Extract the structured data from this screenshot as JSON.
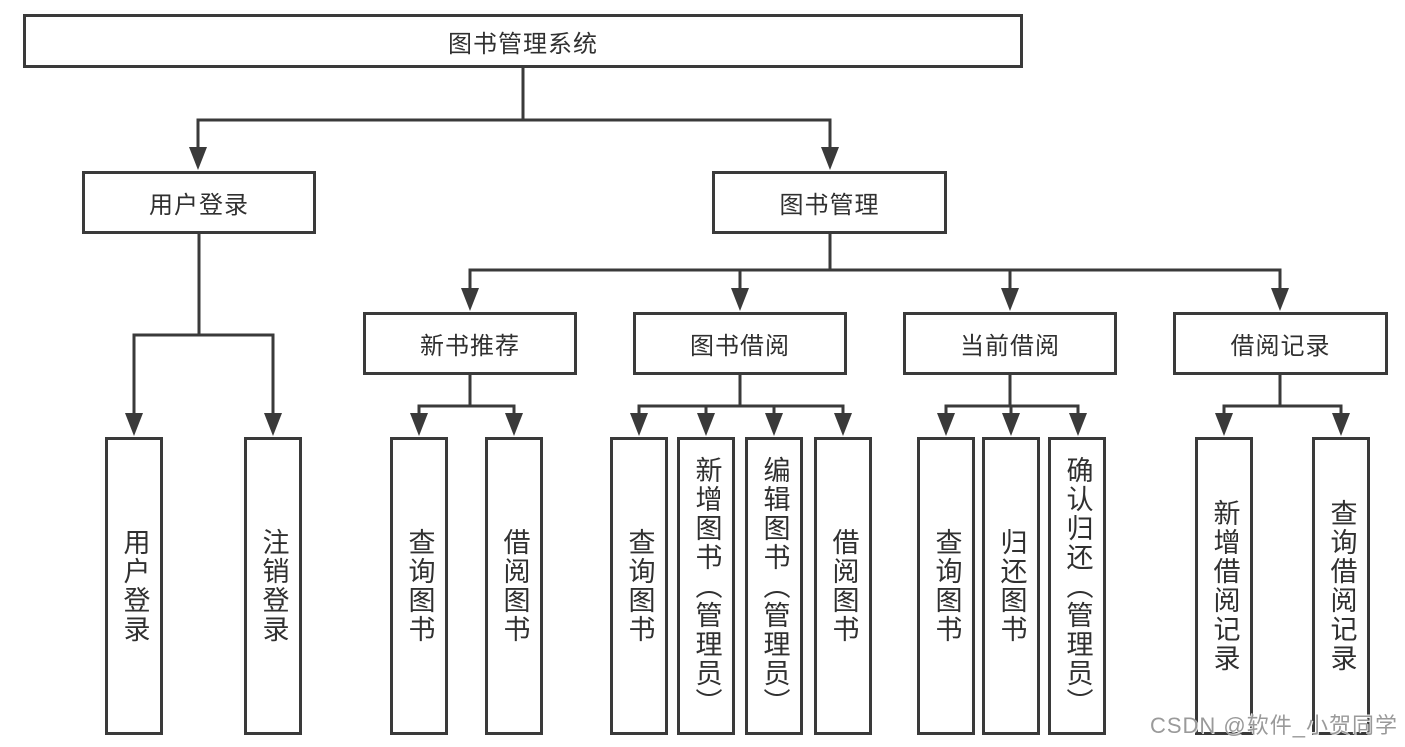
{
  "watermark": "CSDN @软件_小贺同学",
  "colors": {
    "line": "#3a3a3a",
    "text": "#303030",
    "watermark": "#9a9a9a"
  },
  "tree": {
    "root": {
      "label": "图书管理系统",
      "children": [
        {
          "label": "用户登录",
          "children": [
            {
              "label": "用户登录"
            },
            {
              "label": "注销登录"
            }
          ]
        },
        {
          "label": "图书管理",
          "children": [
            {
              "label": "新书推荐",
              "children": [
                {
                  "label": "查询图书"
                },
                {
                  "label": "借阅图书"
                }
              ]
            },
            {
              "label": "图书借阅",
              "children": [
                {
                  "label": "查询图书"
                },
                {
                  "label": "新增图书（管理员）"
                },
                {
                  "label": "编辑图书（管理员）"
                },
                {
                  "label": "借阅图书"
                }
              ]
            },
            {
              "label": "当前借阅",
              "children": [
                {
                  "label": "查询图书"
                },
                {
                  "label": "归还图书"
                },
                {
                  "label": "确认归还（管理员）"
                }
              ]
            },
            {
              "label": "借阅记录",
              "children": [
                {
                  "label": "新增借阅记录"
                },
                {
                  "label": "查询借阅记录"
                }
              ]
            }
          ]
        }
      ]
    }
  }
}
